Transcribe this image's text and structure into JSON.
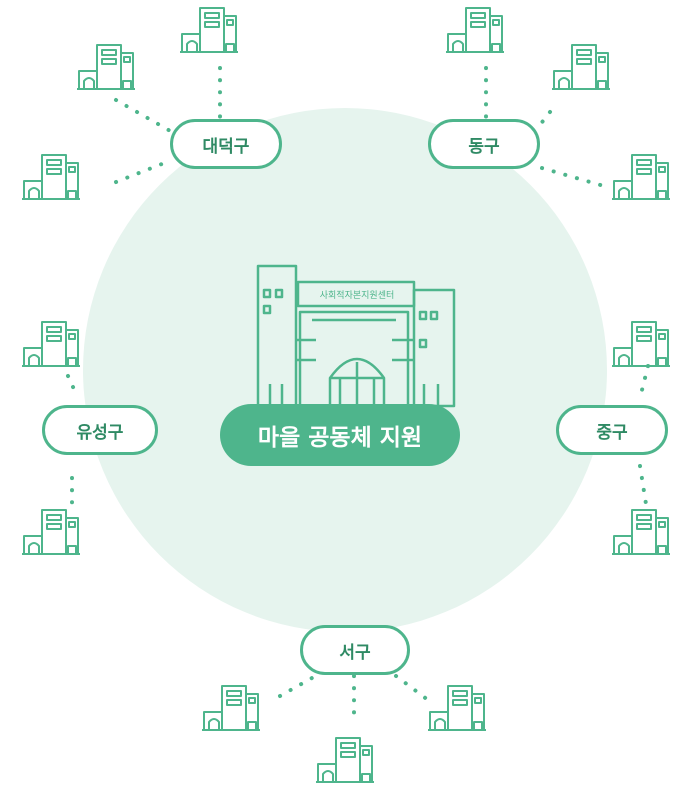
{
  "center": {
    "title": "마을 공동체 지원",
    "sign": "사회적자본지원센터"
  },
  "districts": [
    {
      "id": "daedeok",
      "label": "대덕구"
    },
    {
      "id": "dong",
      "label": "동구"
    },
    {
      "id": "yuseong",
      "label": "유성구"
    },
    {
      "id": "jung",
      "label": "중구"
    },
    {
      "id": "seo",
      "label": "서구"
    }
  ],
  "colors": {
    "accent": "#4eb58c",
    "accent_dark": "#2f8a64",
    "circle_fill": "#e6f4ee"
  }
}
